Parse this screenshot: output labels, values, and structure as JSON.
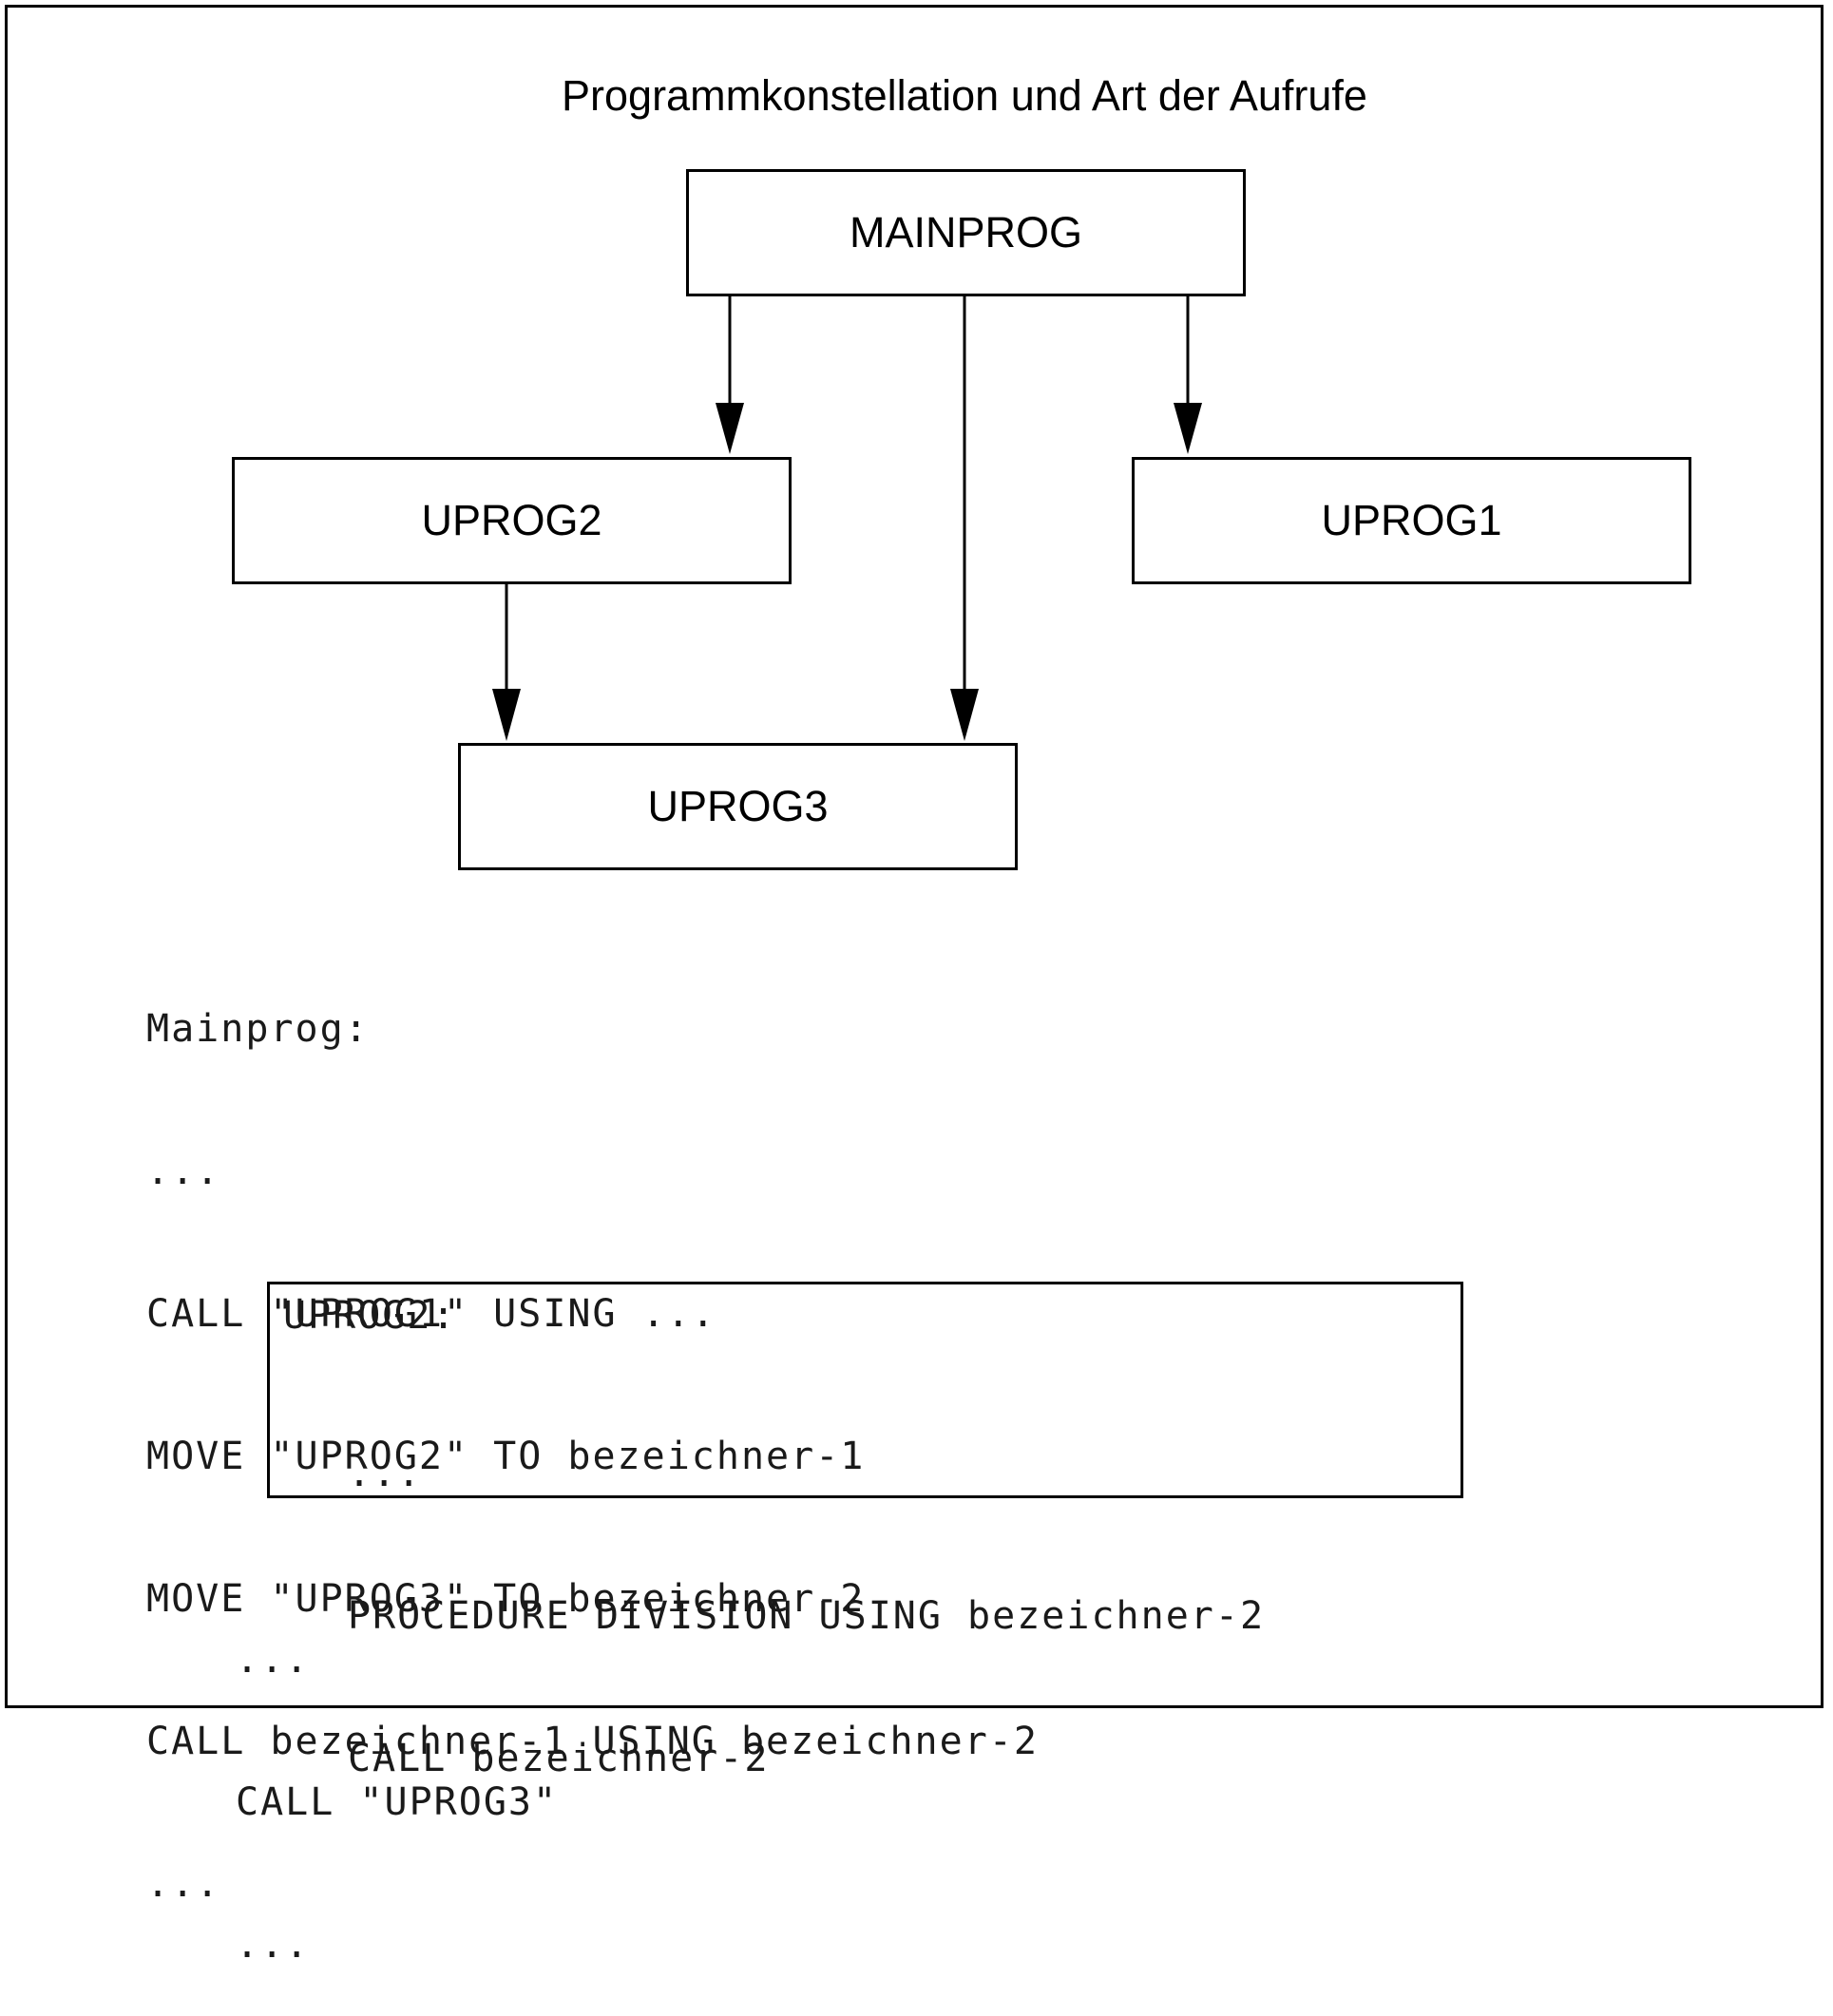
{
  "diagram": {
    "title": "Programmkonstellation und Art der Aufrufe",
    "nodes": {
      "mainprog": "MAINPROG",
      "uprog2": "UPROG2",
      "uprog1": "UPROG1",
      "uprog3": "UPROG3"
    },
    "edges": [
      {
        "from": "MAINPROG",
        "to": "UPROG2"
      },
      {
        "from": "MAINPROG",
        "to": "UPROG3"
      },
      {
        "from": "MAINPROG",
        "to": "UPROG1"
      },
      {
        "from": "UPROG2",
        "to": "UPROG3"
      }
    ]
  },
  "code": {
    "main": [
      "Mainprog:",
      "...",
      "CALL \"UPROG1\" USING ...",
      "MOVE \"UPROG2\" TO bezeichner-1",
      "MOVE \"UPROG3\" TO bezeichner-2",
      "CALL bezeichner-1 USING bezeichner-2",
      "..."
    ],
    "uprog2_label": "UPROG2:",
    "uprog2": [
      "...",
      "PROCEDURE DIVISION USING bezeichner-2",
      "CALL bezeichner-2"
    ],
    "tail": [
      "...",
      "CALL \"UPROG3\"",
      "..."
    ]
  }
}
